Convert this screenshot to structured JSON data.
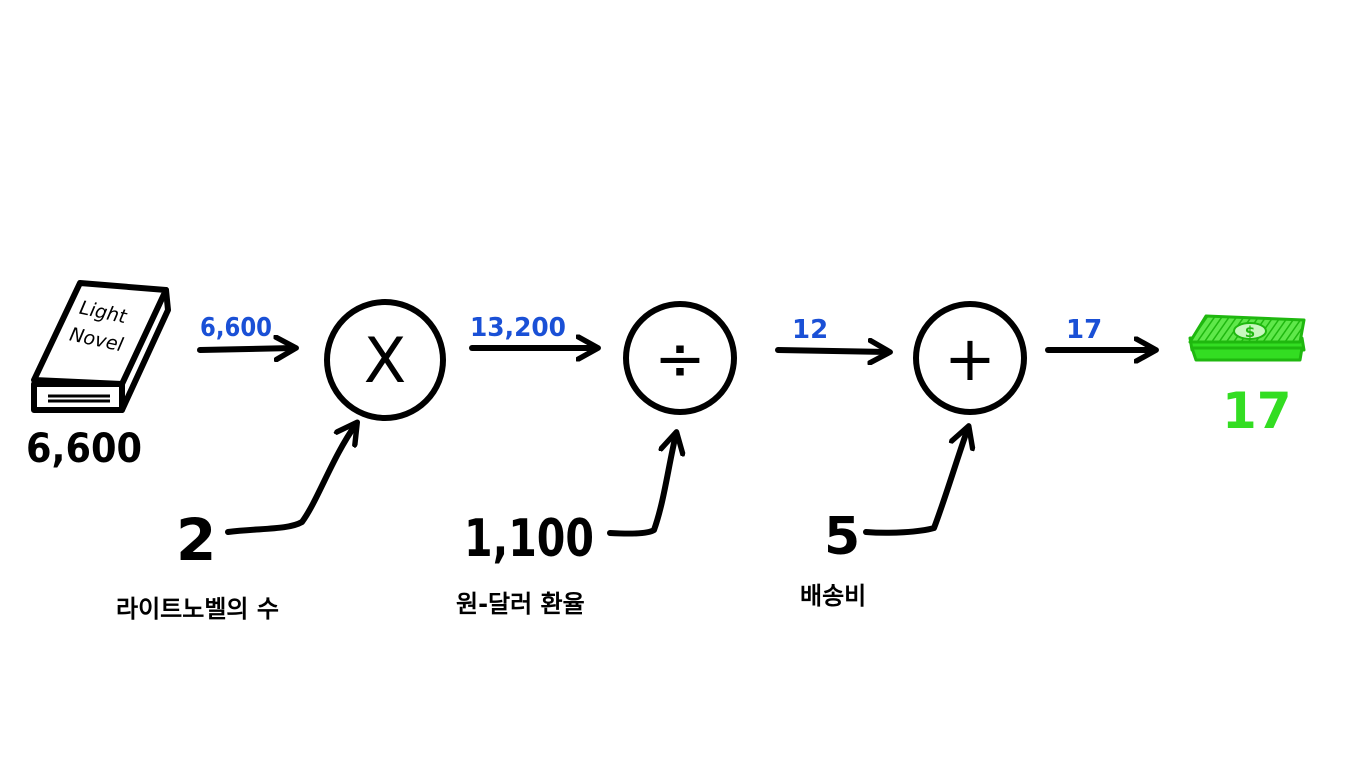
{
  "book": {
    "cover_line1": "Light",
    "cover_line2": "Novel",
    "price": "6,600"
  },
  "edges": {
    "book_to_multiply": "6,600",
    "multiply_to_divide": "13,200",
    "divide_to_add": "12",
    "add_to_result": "17"
  },
  "operators": {
    "multiply": "X",
    "divide": "÷",
    "add": "+"
  },
  "inputs": {
    "multiply": {
      "value": "2",
      "label": "라이트노벨의 수"
    },
    "divide": {
      "value": "1,100",
      "label": "원-달러 환율"
    },
    "add": {
      "value": "5",
      "label": "배송비"
    }
  },
  "result": {
    "icon": "cash-stack-icon",
    "symbol": "$",
    "value": "17"
  },
  "colors": {
    "ink": "#000000",
    "edge_text": "#1a50d6",
    "money_green": "#33dd22",
    "money_dark": "#1fb80f"
  }
}
